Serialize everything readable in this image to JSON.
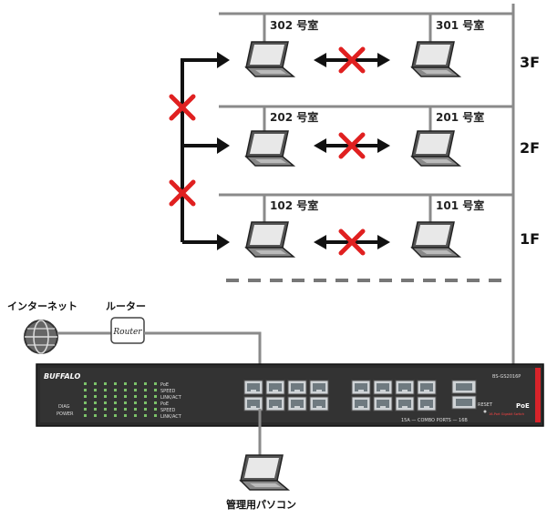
{
  "floors": [
    {
      "label": "3F",
      "rooms": [
        "302 号室",
        "301 号室"
      ]
    },
    {
      "label": "2F",
      "rooms": [
        "202 号室",
        "201 号室"
      ]
    },
    {
      "label": "1F",
      "rooms": [
        "102 号室",
        "101 号室"
      ]
    }
  ],
  "internet_label": "インターネット",
  "router_label": "ルーター",
  "router_text": "Router",
  "admin_pc_label": "管理用パソコン",
  "switch": {
    "brand": "BUFFALO",
    "model": "BS-GS2016P",
    "poe": "PoE",
    "subtitle": "16-Port Gigabit Switch",
    "legend_poe": "PoE",
    "legend_speed": "SPEED",
    "legend_link": "LINK/ACT",
    "diag": "DIAG",
    "power": "POWER",
    "reset": "RESET",
    "combo": "15A — COMBO PORTS — 16B"
  },
  "colors": {
    "line": "#8a8a8a",
    "arrow": "#111111",
    "cross": "#e02020",
    "switch_body": "#2b2b2b",
    "accent_red": "#d8232a"
  }
}
